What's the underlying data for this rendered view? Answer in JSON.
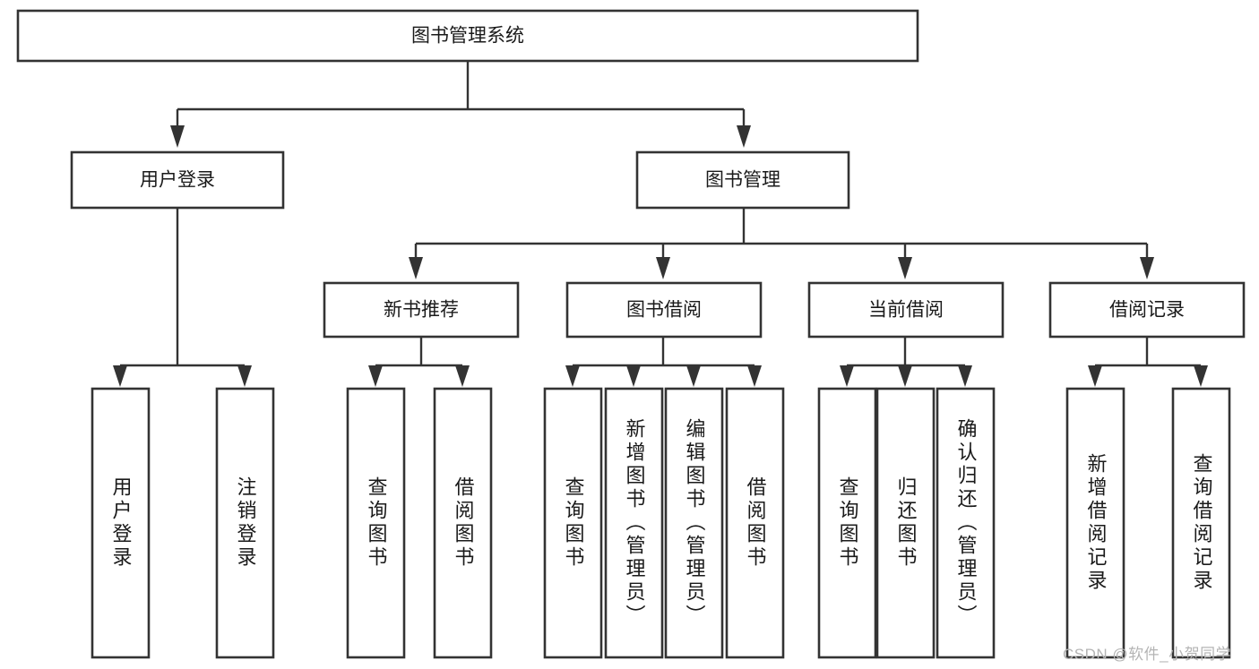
{
  "diagram": {
    "title": "图书管理系统",
    "watermark": "CSDN @软件_小贺同学",
    "colors": {
      "stroke": "#333333",
      "fill": "#ffffff",
      "text": "#1a1a1a",
      "watermark": "#b4b4b4"
    },
    "root": {
      "label": "图书管理系统",
      "level": 0
    },
    "level1": [
      {
        "label": "用户登录"
      },
      {
        "label": "图书管理"
      }
    ],
    "level2": [
      {
        "label": "新书推荐"
      },
      {
        "label": "图书借阅"
      },
      {
        "label": "当前借阅"
      },
      {
        "label": "借阅记录"
      }
    ],
    "leaves": {
      "user_login": [
        {
          "label": "用户登录"
        },
        {
          "label": "注销登录"
        }
      ],
      "new_book_recommend": [
        {
          "label": "查询图书"
        },
        {
          "label": "借阅图书"
        }
      ],
      "book_borrow": [
        {
          "label": "查询图书"
        },
        {
          "label": "新增图书（管理员）"
        },
        {
          "label": "编辑图书（管理员）"
        },
        {
          "label": "借阅图书"
        }
      ],
      "current_borrow": [
        {
          "label": "查询图书"
        },
        {
          "label": "归还图书"
        },
        {
          "label": "确认归还（管理员）"
        }
      ],
      "borrow_record": [
        {
          "label": "新增借阅记录"
        },
        {
          "label": "查询借阅记录"
        }
      ]
    }
  }
}
